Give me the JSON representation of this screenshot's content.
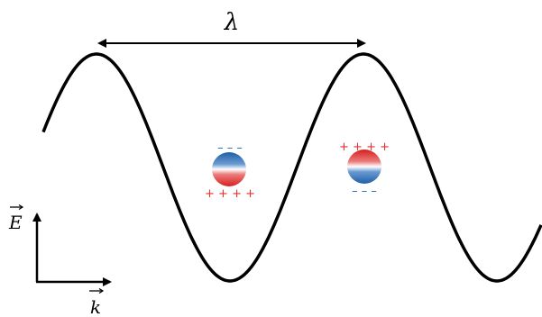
{
  "wavelength_label": "λ",
  "axes": {
    "field_label": "E",
    "wave_vector_label": "k"
  },
  "particles": [
    {
      "top_charge": "– – –",
      "bottom_charge": "+ + + +",
      "top_color": "#2a6db5",
      "bottom_color": "#e53030"
    },
    {
      "top_charge": "+ + + +",
      "bottom_charge": "– – –",
      "top_color": "#e53030",
      "bottom_color": "#2a6db5"
    }
  ],
  "colors": {
    "wave": "#000000",
    "positive": "#e53030",
    "negative": "#2a6db5"
  }
}
